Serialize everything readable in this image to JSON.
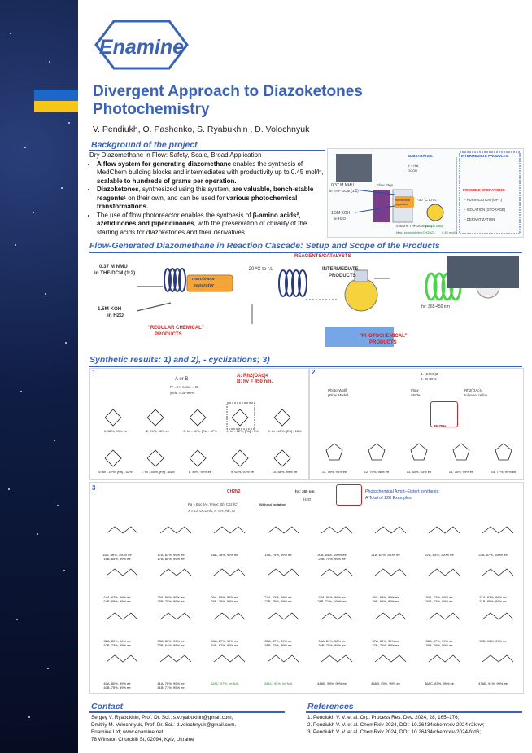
{
  "brand": {
    "name": "Enamine"
  },
  "title": {
    "line1": "Divergent Approach to Diazoketones",
    "line2": "Photochemistry"
  },
  "authors": "V. Pendiukh, O. Pashenko, S. Ryabukhin , D. Volochnyuk",
  "background": {
    "heading": "Background of the project",
    "lead": "Dry Diazomethane in Flow: Safety, Scale, Broad Application",
    "b1_pre": "A flow system for generating diazomethane",
    "b1_mid": " enables the synthesis of MedChem building blocks and intermediates with productivity up to 0.45 mol/h, ",
    "b1_bold": "scalable to hundreds of grams per operation.",
    "b2_pre": "Diazoketones",
    "b2_mid": ", synthesized using this system, ",
    "b2_bold1": "are valuable, bench-stable reagents",
    "b2_mid2": "¹ on their own, and can be used for ",
    "b2_bold2": "various photochemical transformations.",
    "b3_pre": "The use of  flow photoreactor enables the synthesis of ",
    "b3_bold": "β-amino acids², azetidinones and piperidinones",
    "b3_end": ", with the preservation of chirality of the starting acids for diazoketones and their derivatives."
  },
  "bg_figure": {
    "nmu": "0.37 M NMU",
    "nmu2": "in THF-DCM (1:2)",
    "koh": "1.5M KOH",
    "koh2": "in H2O",
    "flow_step": "Flow Step",
    "membrane": "membrane separator",
    "conc": "0.56M in THF-DCM (1:1)",
    "batch": "Batch Step",
    "max_prod": "Max. productivity (CH2N2):",
    "max_prod2": "0.45 mol/h",
    "temp": "-30 °C to r.t.",
    "substrates": "SUBSTRATES:",
    "sub_x": "X = Hal,",
    "sub_x2": "OCOR",
    "intermediates": "INTERMEDIATE PRODUCTS:",
    "possible": "POSSIBLE OPERATIONS:",
    "op1": "- PURIFICATION (OPT.)",
    "op2": "- ISOLATION (STORAGE)",
    "op3": "- DERIVATIZATION"
  },
  "flow": {
    "heading": "Flow-Generated Diazomethane in Reaction Cascade: Setup and Scope of the Products",
    "nmu": "0.37 M NMU",
    "nmu2": "in THF-DCM (1:2)",
    "koh": "1.5M KOH",
    "koh2": "in H2O",
    "membrane": "membrane",
    "membrane2": "separator",
    "temp": "- 20 ºC to r.t.",
    "reagents": "REAGENTS/CATALYSTS",
    "intermediate": "INTERMEDIATE",
    "intermediate2": "PRODUCTS",
    "hv": "hv: 365-450 nm",
    "regular": "\"REGULAR CHEMICAL\"",
    "regular2": "PRODUCTS",
    "photo": "\"PHOTOCHEMICAL\"",
    "photo2": "PRODUCTS"
  },
  "synth": {
    "heading": "Synthetic results: 1) and 2), - cyclizations; 3)",
    "p1": "1",
    "p2": "2",
    "p3": "3",
    "s1_cond": "A: Rh2(OAc)4",
    "s1_cond2": "B: hv = 450 nm.",
    "s1_ab": "A or B",
    "s1_yield": "R' = H, cond. = B;",
    "s1_yield2": "yield = 35-90%",
    "s2_cond1": "1. (ClCO)2",
    "s2_cond2": "2. CH2N2",
    "s2_photo": "Photo-Wolff",
    "s2_photo2": "(Flow Mode)",
    "s2_flow": "Flow",
    "s2_flow2": "Mode",
    "s2_rh": "Rh2(OAc)4",
    "s2_rh2": "toluene, reflux",
    "s2_yield": "85-75%",
    "p1_row1": [
      "1, 52%, 99% ee",
      "2, 74%, 98% ee",
      "3: hv - 40%; [Rh] - 67%",
      "4: hv - 52%; [Rh] - 0%",
      "5: hv - 45%; [Rh] - 13%"
    ],
    "p1_row2": [
      "6: hv - 42%; [Rh] - 52%",
      "7: hv - 40%; [Rh] - 64%",
      "8, 49%, 99% ee",
      "9, 63%, 93% ee",
      "10, 58%, 99% ee"
    ],
    "p2_row": [
      "11, 78%, 96% ee",
      "12, 70%, 98% ee",
      "13, 65%, 93% ee",
      "14, 75%, 99% ee",
      "15, 77%, 99% ee"
    ],
    "s3_react": "CH2N2",
    "s3_hv": "hv: 365 nm",
    "s3_h2o": "H2O",
    "s3_without": "Without isolation",
    "s3_pg": "Pg = Boc (A), Fmoc (B), Cbz (C)",
    "s3_x": "X = Cl, OCOAlk; R = H, Alk, Ar",
    "s3_arndt": "Photochemical Arndt–Eistert synthesis:",
    "s3_arndt2": "A Total of 128 Examples",
    "p3_rows": [
      [
        "16A, 86%, 100% ee",
        "17A, 83%, 99% ee",
        "18A, 78%, 99% ee",
        "19A, 75%, 99% ee",
        "20A, 64%, 100% ee",
        "21A, 63%, 100% ee",
        "22A, 84%, 100% ee",
        "23A, 87%, 100% ee"
      ],
      [
        "24A, 87%, 99% ee",
        "25A, 88%, 99% ee",
        "26A, 95%, 97% ee",
        "27A, 83%, 99% ee",
        "28A, 88%, 99% ee",
        "29A, 64%, 99% ee",
        "30A, 77%, 99% ee",
        "31A, 82%, 99% ee"
      ],
      [
        "32A, 80%, 96% ee",
        "33A, 83%, 99% ee",
        "34A, 87%, 99% ee",
        "35A, 87%, 99% ee",
        "36A, 81%, 98% ee",
        "37A, 85%, 99% ee",
        "38A, 87%, 99% ee",
        "39B, 90%, 99% ee"
      ],
      [
        "40A, 80%, 99% ee",
        "41A, 78%, 99% ee",
        "42AC, 97%, ee N/A",
        "43AC, 92%, ee N/A",
        "44AB, 95%, 99% ee",
        "45AB, 93%, 99% ee",
        "46AC, 87%, 99% ee",
        "47AB, 91%, 99% ee"
      ]
    ],
    "p3_rows_b": [
      [
        "16B, 85%, 99% ee",
        "17B, 80%, 99% ee",
        "",
        "",
        "20B, 70%, 99% ee",
        "",
        "",
        ""
      ],
      [
        "24B, 89%, 99% ee",
        "25B, 75%, 99% ee",
        "26B, 75%, 99% ee",
        "27B, 75%, 99% ee",
        "28B, 71%, 100% ee",
        "29B, 69%, 99% ee",
        "30B, 72%, 99% ee",
        "31B, 85%, 99% ee"
      ],
      [
        "32B, 73%, 99% ee",
        "33B, 64%, 98% ee",
        "34B, 67%, 99% ee",
        "35B, 73%, 99% ee",
        "36B, 75%, 99% ee",
        "37B, 75%, 99% ee",
        "38B, 76%, 99% ee",
        ""
      ],
      [
        "40B, 75%, 99% ee",
        "41B, 77%, 99% ee",
        "",
        "",
        "",
        "",
        "",
        ""
      ]
    ]
  },
  "contact": {
    "heading": "Contact",
    "l1": "Sergey V. Ryabukhin, Prof. Dr. Sci.: s.v.ryabukhin@gmail.com,",
    "l2": "Dmitriy M. Volochnyuk, Prof. Dr. Sci.: d.volochnyuk@gmail.com.",
    "l3": "Enamine Ltd; www.enamine.net",
    "l4": "78 Winston Churchill St, 02094, Kyiv, Ukraine"
  },
  "references": {
    "heading": "References",
    "r1": "1.  Pendiukh V. V. et al. Org. Process Res. Dev. 2024, 28, 165–176;",
    "r2": "2.  Pendiukh V. V. et al. ChemRxiv 2024, DOI: 10.26434/chemrxiv-2024-r2knw;",
    "r3": "3.  Pendiukh V. V. et al. ChemRxiv 2024, DOI: 10.26434/chemrxiv-2024-fqd6;"
  }
}
